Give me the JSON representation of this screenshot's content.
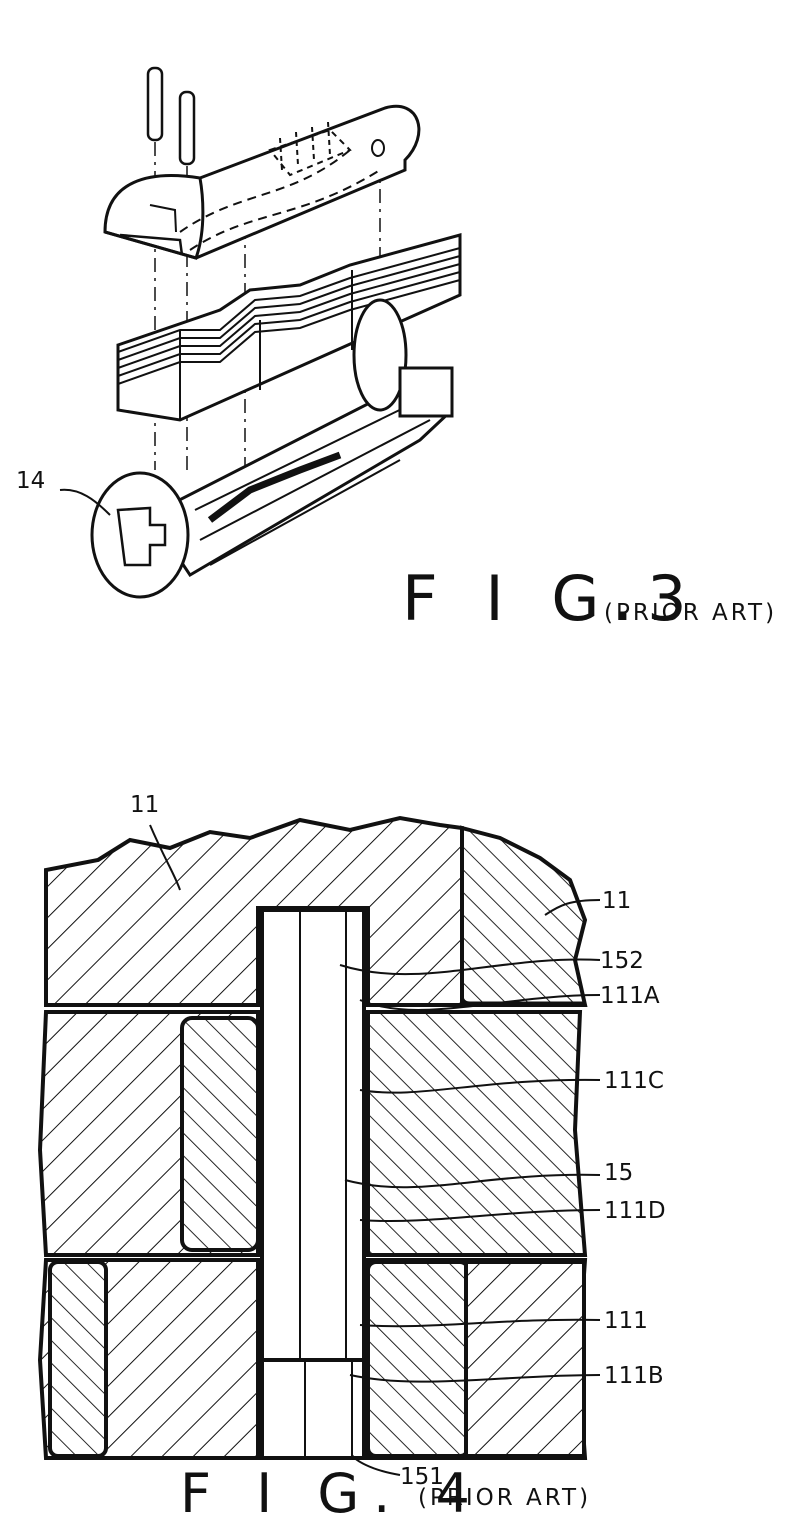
{
  "figure3": {
    "caption": "F I G.3",
    "caption_note": "(PRIOR ART)",
    "labels": {
      "ref_14": "14"
    }
  },
  "figure4": {
    "caption": "F I G. 4",
    "caption_note": "(PRIOR ART)",
    "labels": {
      "ref_11_left": "11",
      "ref_11_right": "11",
      "ref_152": "152",
      "ref_111A": "111A",
      "ref_111C": "111C",
      "ref_15": "15",
      "ref_111D": "111D",
      "ref_111": "111",
      "ref_111B": "111B",
      "ref_151": "151"
    }
  }
}
